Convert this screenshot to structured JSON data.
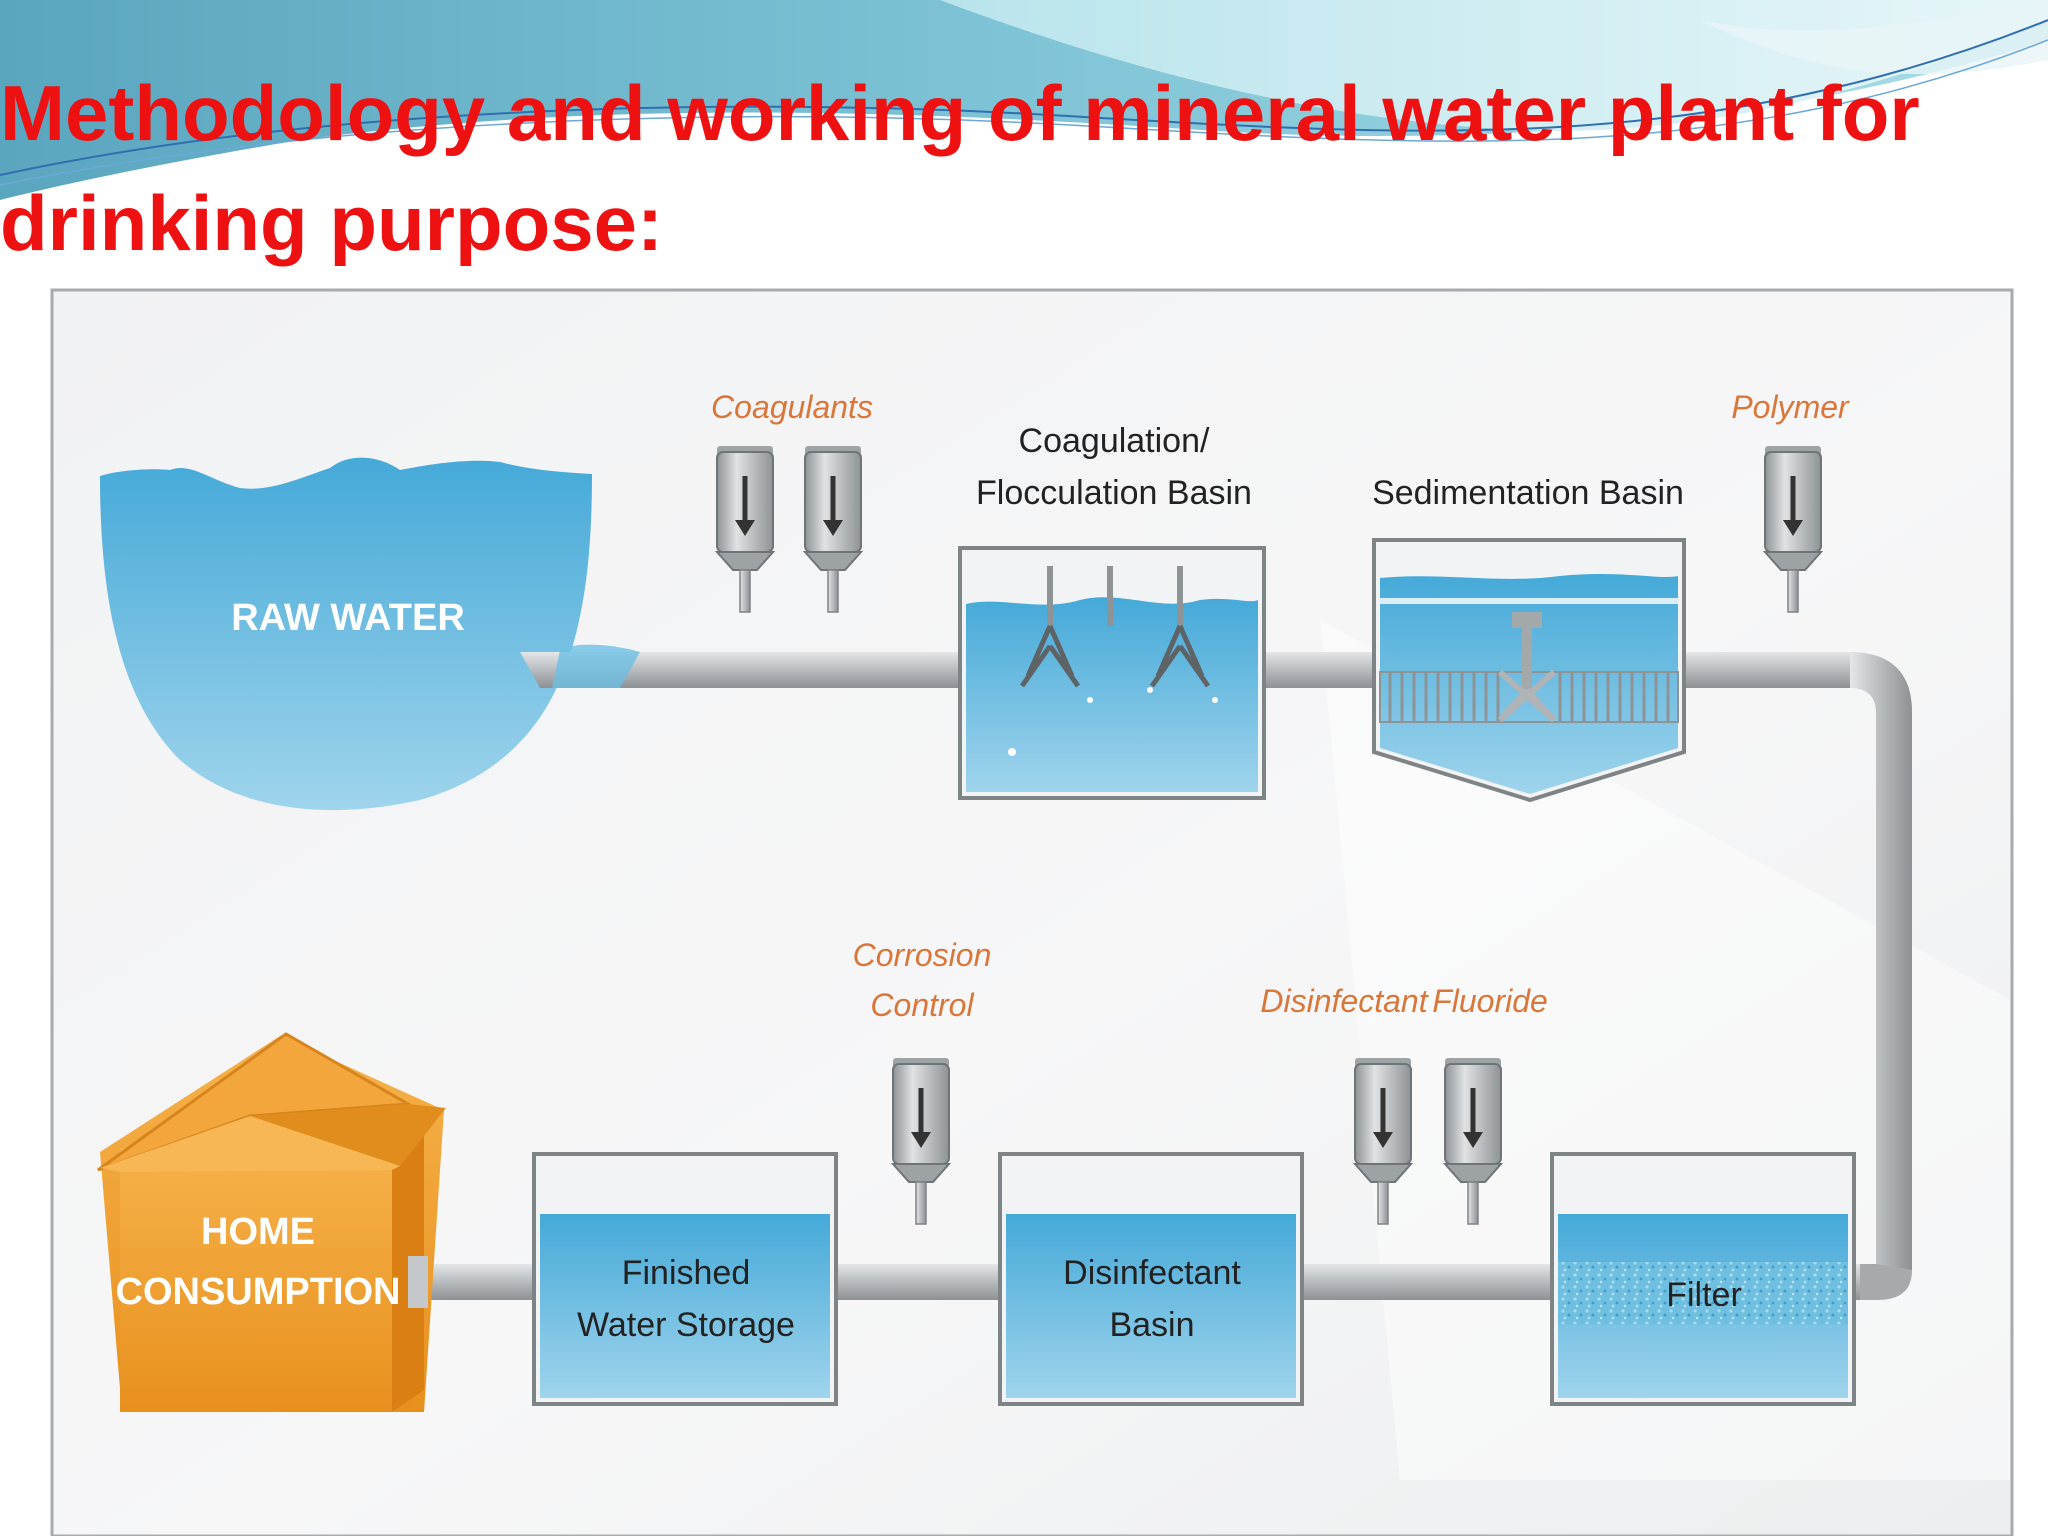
{
  "slide": {
    "title_line1": "Methodology and working of mineral water plant for",
    "title_line2": "drinking purpose:"
  },
  "diagram": {
    "raw_water": "RAW WATER",
    "coagulants": "Coagulants",
    "coag_basin_line1": "Coagulation/",
    "coag_basin_line2": "Flocculation Basin",
    "sedimentation_basin": "Sedimentation Basin",
    "polymer": "Polymer",
    "corrosion_line1": "Corrosion",
    "corrosion_line2": "Control",
    "disinfectant": "Disinfectant",
    "fluoride": "Fluoride",
    "home_line1": "HOME",
    "home_line2": "CONSUMPTION",
    "finished_line1": "Finished",
    "finished_line2": "Water Storage",
    "disinfectant_basin_line1": "Disinfectant",
    "disinfectant_basin_line2": "Basin",
    "filter": "Filter"
  },
  "colors": {
    "title": "#ee1111",
    "chemical_label": "#d9773a",
    "water": "#4fb0dc",
    "pipe": "#bfc3c6",
    "house": "#f0a030"
  }
}
